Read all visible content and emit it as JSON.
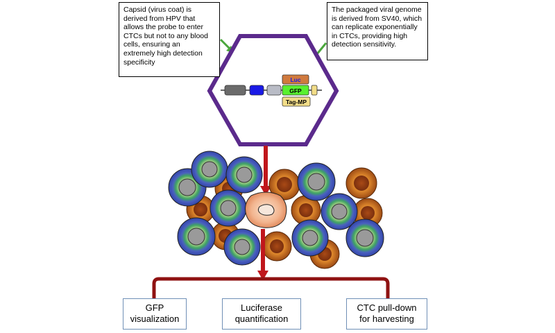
{
  "callouts": {
    "capsid": {
      "lines": [
        "Capsid (virus coat) is",
        "derived from HPV that",
        "allows the probe to enter",
        "CTCs but not to any blood",
        "cells, ensuring an",
        "extremely high detection",
        "specificity"
      ]
    },
    "genome": {
      "lines": [
        "The packaged viral genome",
        "is derived from SV40, which",
        "can replicate exponentially",
        "in CTCs, providing high",
        "detection sensitivity."
      ]
    }
  },
  "genome_labels": {
    "luc": "Luc",
    "gfp": "GFP",
    "tag": "Tag-MP"
  },
  "outputs": {
    "gfp": {
      "lines": [
        "GFP",
        "visualization"
      ]
    },
    "luciferase": {
      "lines": [
        "Luciferase",
        "quantification"
      ]
    },
    "ctc": {
      "lines": [
        "CTC pull-down",
        "for harvesting"
      ]
    }
  },
  "colors": {
    "hexagon": "#5b2a8c",
    "arrows": "#c0171c",
    "bracket": "#8f1212",
    "callout_pointer": "#4aa63c",
    "blood_cell_outer": "#4a5fc1",
    "blood_cell_ring": "#3fa463",
    "rbc_outer": "#b8621a",
    "rbc_inner": "#8a3a12",
    "luc_box": "#d07a3e",
    "gfp_box": "#58f02f",
    "tag_box": "#f2dd88"
  }
}
